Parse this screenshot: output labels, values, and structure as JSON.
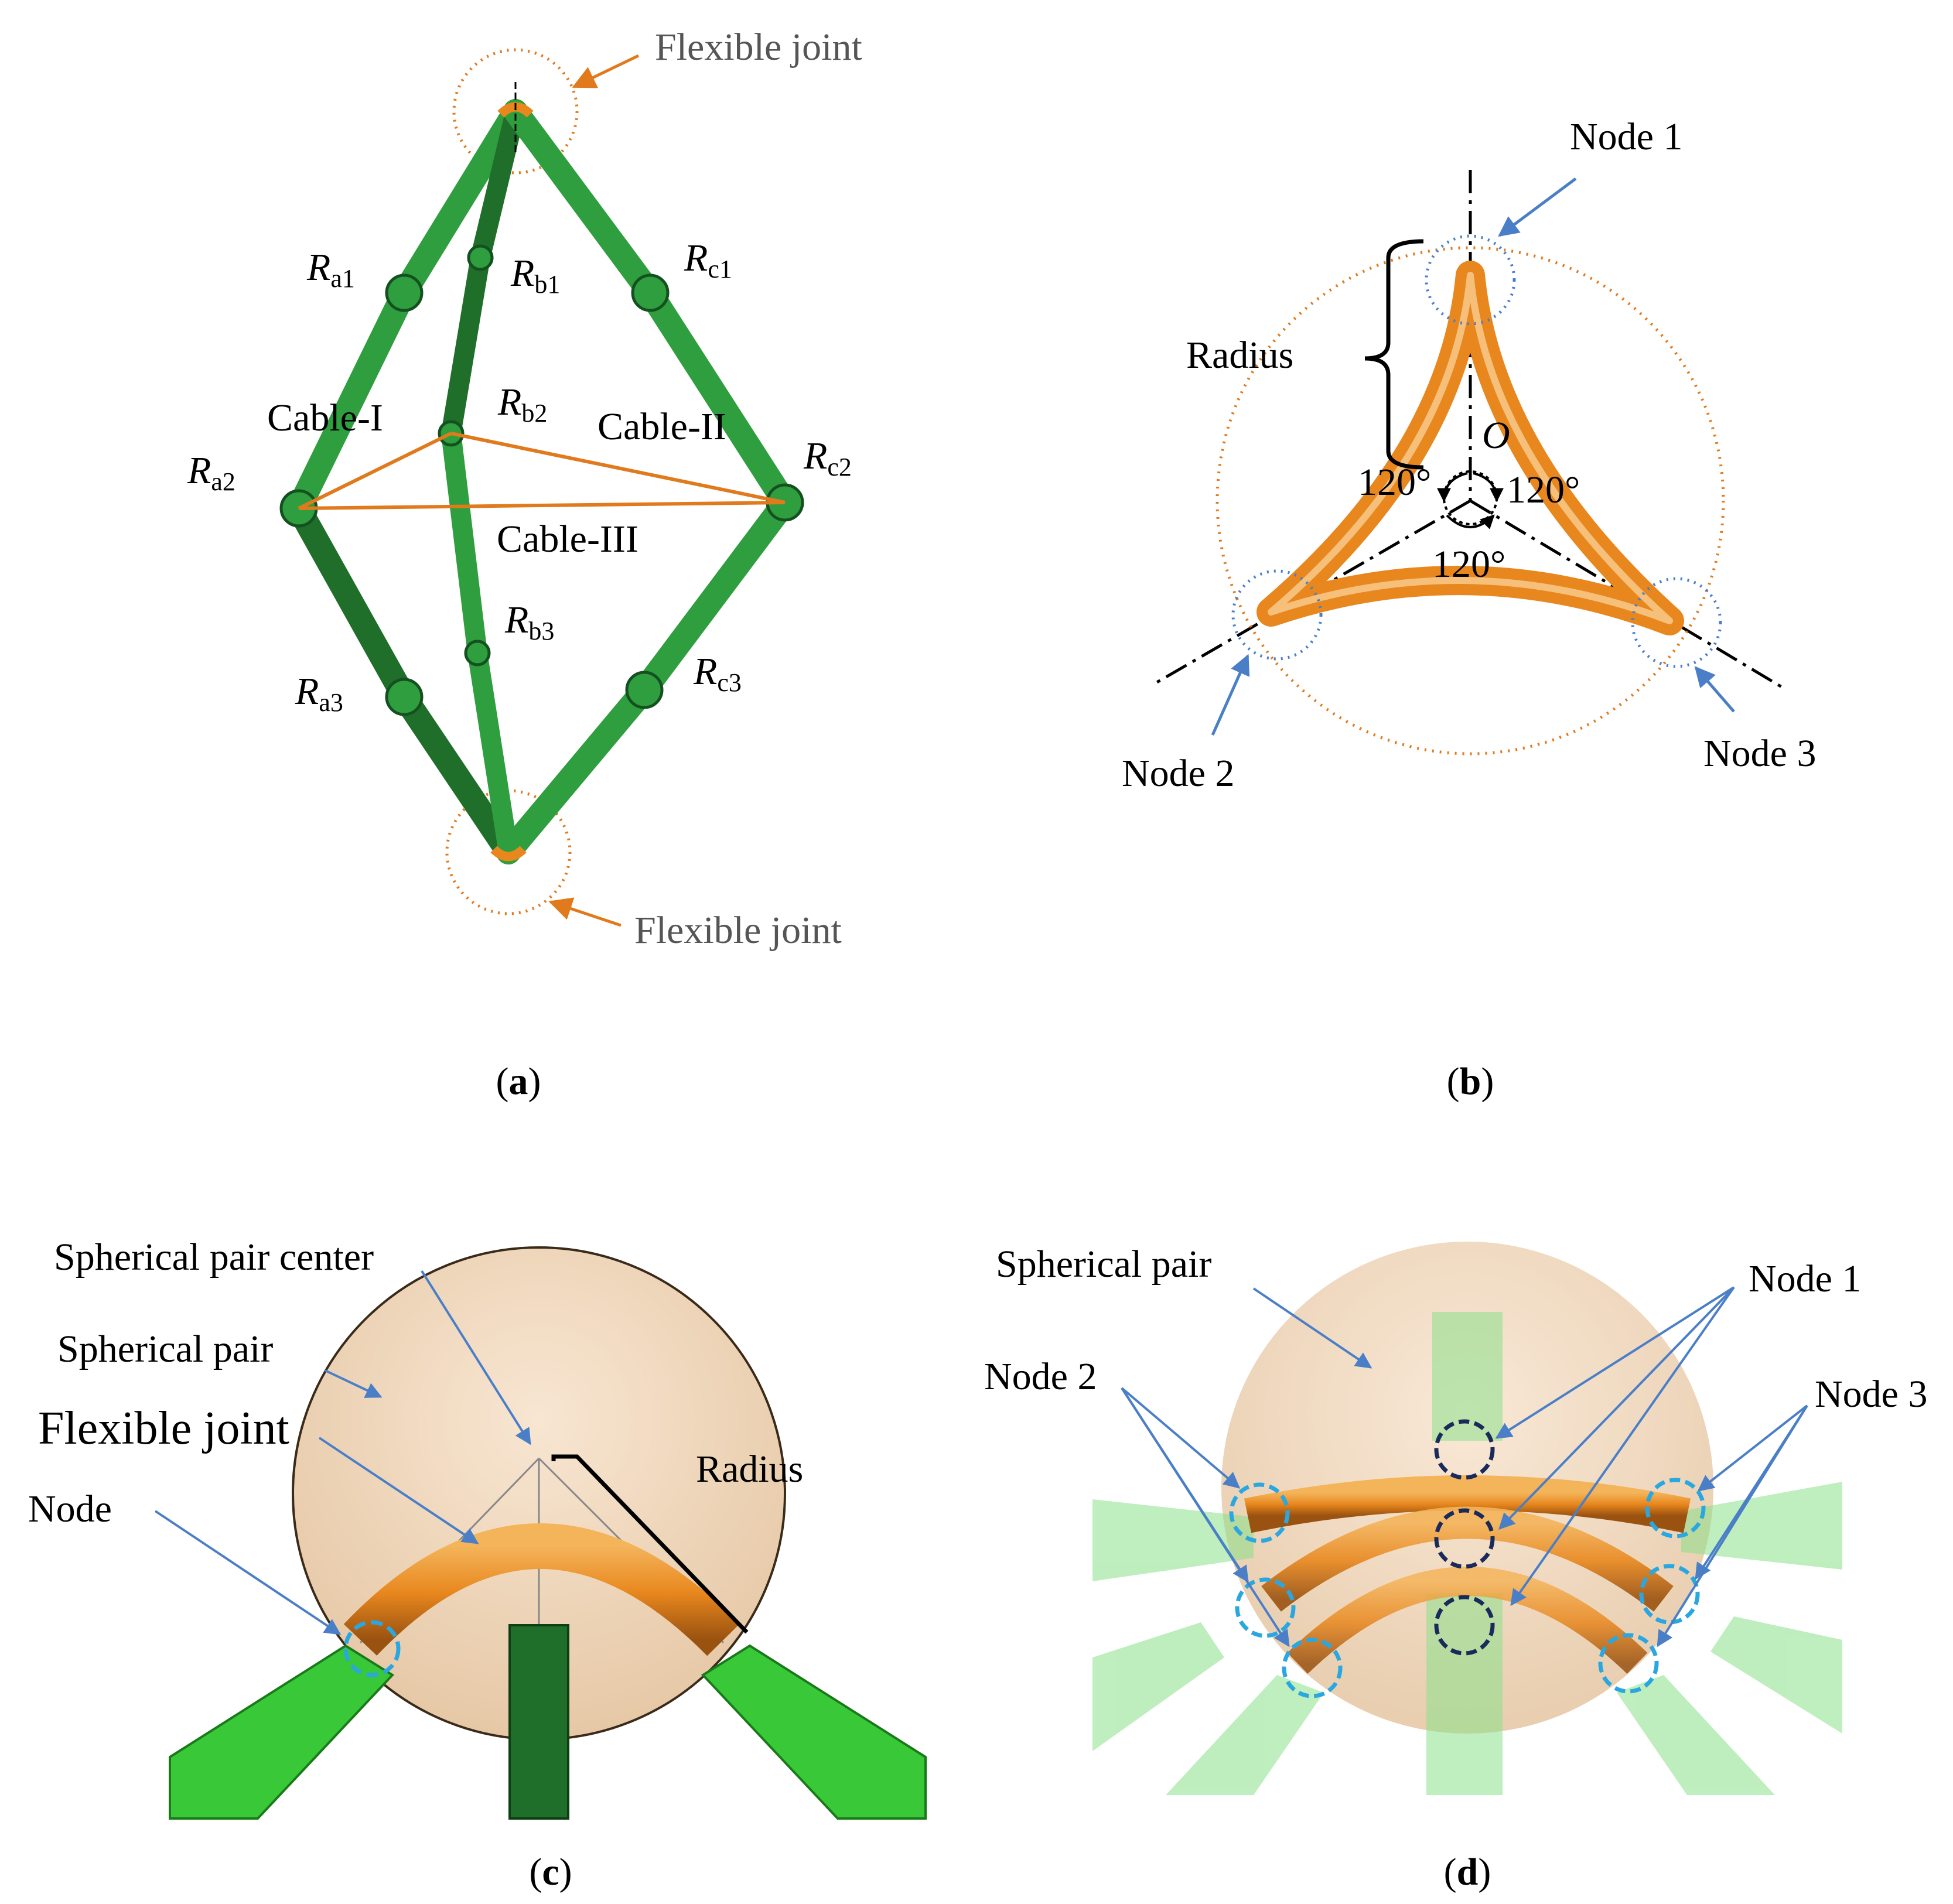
{
  "panel_a": {
    "flexible_joint_top": "Flexible joint",
    "flexible_joint_bottom": "Flexible joint",
    "rods": [
      {
        "main": "R",
        "sub": "a1"
      },
      {
        "main": "R",
        "sub": "b1"
      },
      {
        "main": "R",
        "sub": "c1"
      },
      {
        "main": "R",
        "sub": "a2"
      },
      {
        "main": "R",
        "sub": "b2"
      },
      {
        "main": "R",
        "sub": "c2"
      },
      {
        "main": "R",
        "sub": "a3"
      },
      {
        "main": "R",
        "sub": "b3"
      },
      {
        "main": "R",
        "sub": "c3"
      }
    ],
    "cable_1": "Cable-I",
    "cable_2": "Cable-II",
    "cable_3": "Cable-III",
    "caption_open": "(",
    "caption_letter": "a",
    "caption_close": ")"
  },
  "panel_b": {
    "node_1": "Node 1",
    "node_2": "Node 2",
    "node_3": "Node 3",
    "radius": "Radius",
    "center": "O",
    "angle_1": "120°",
    "angle_2": "120°",
    "angle_3": "120°",
    "caption_open": "(",
    "caption_letter": "b",
    "caption_close": ")"
  },
  "panel_c": {
    "spherical_pair_center": "Spherical pair center",
    "spherical_pair": "Spherical pair",
    "flexible_joint": "Flexible joint",
    "node": "Node",
    "radius": "Radius",
    "caption_open": "(",
    "caption_letter": "c",
    "caption_close": ")"
  },
  "panel_d": {
    "spherical_pair": "Spherical pair",
    "node_1": "Node 1",
    "node_2": "Node 2",
    "node_3": "Node 3",
    "caption_open": "(",
    "caption_letter": "d",
    "caption_close": ")"
  },
  "colors": {
    "rod_green": "#2e9e3e",
    "rod_dark_green": "#1f6e2a",
    "cable_orange": "#e07a1c",
    "joint_orange": "#e8871e",
    "arrow_blue": "#4a7fc8",
    "circle_cyan": "#2aa7e0",
    "circle_navy": "#1a2a5a",
    "sphere_fill": "#f2d9bf"
  }
}
